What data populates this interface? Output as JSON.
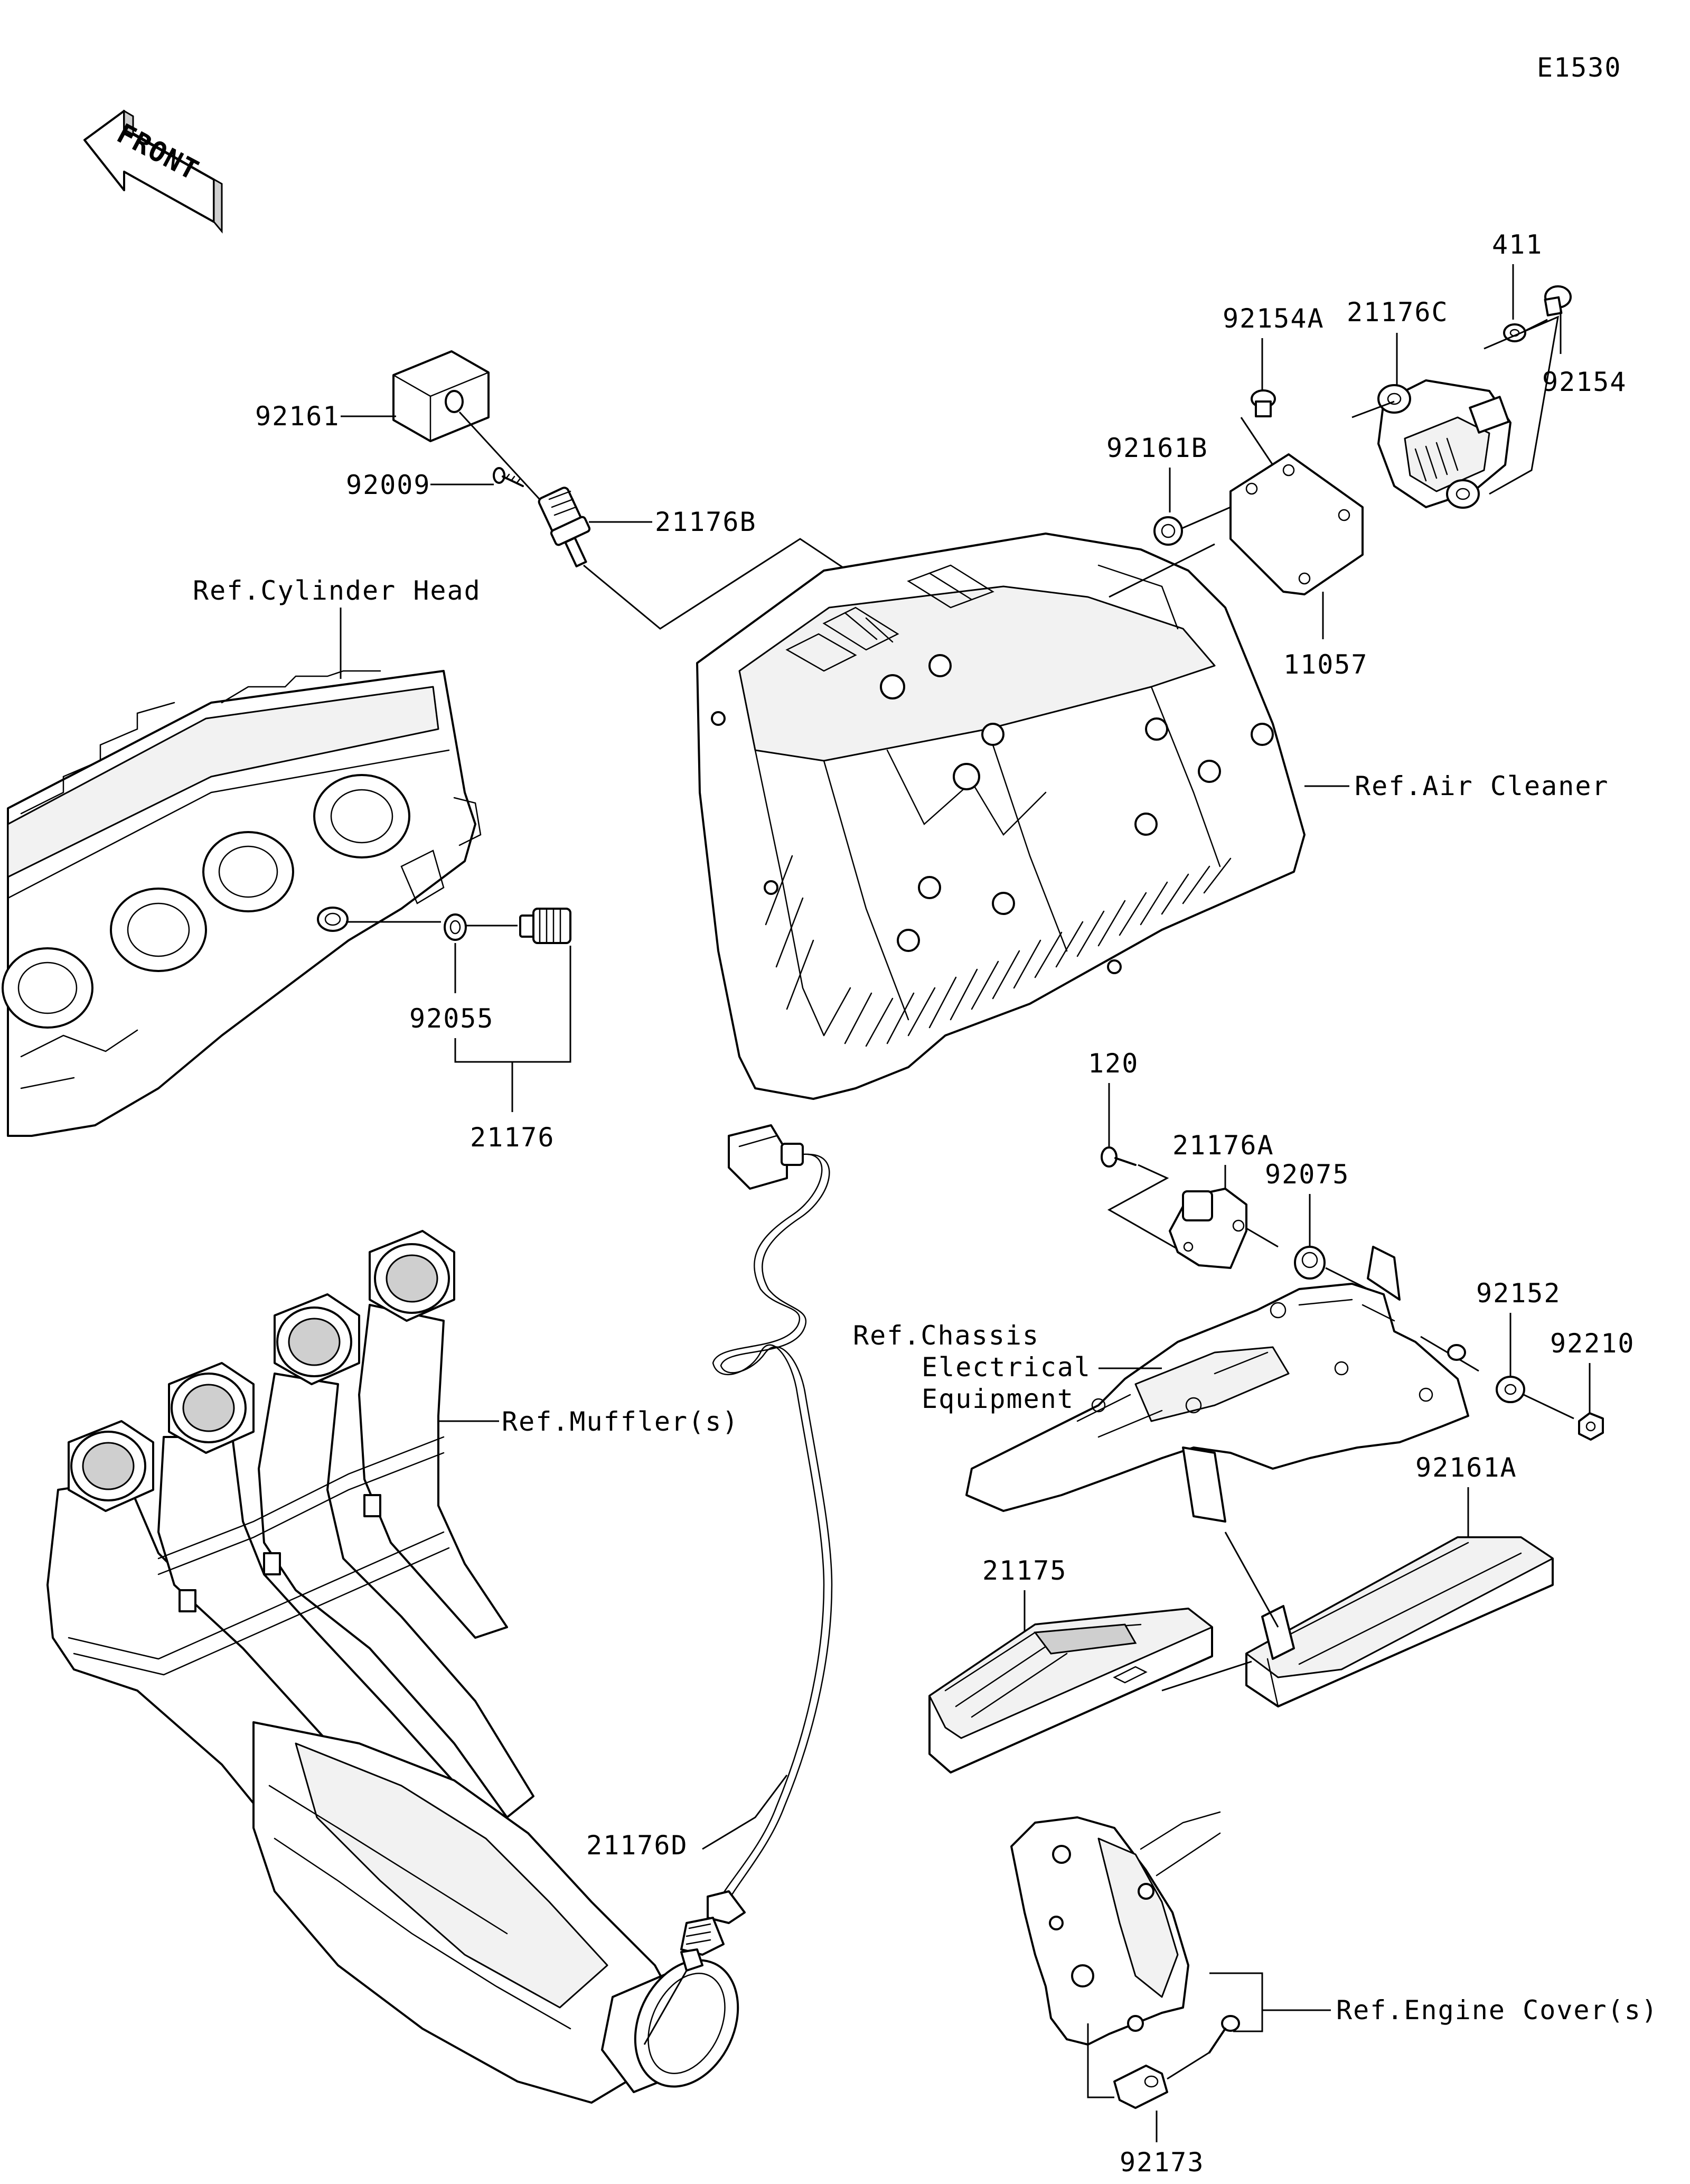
{
  "diagram_id": "E1530",
  "front_arrow_label": "FRONT",
  "parts": {
    "p92161": "92161",
    "p92009": "92009",
    "p21176B": "21176B",
    "p92154A": "92154A",
    "p21176C": "21176C",
    "p411": "411",
    "p92154": "92154",
    "p92161B": "92161B",
    "p11057": "11057",
    "p92055": "92055",
    "p21176": "21176",
    "p120": "120",
    "p21176A": "21176A",
    "p92075": "92075",
    "p92152": "92152",
    "p92210": "92210",
    "p92161A": "92161A",
    "p21175": "21175",
    "p21176D": "21176D",
    "p92173": "92173"
  },
  "references": {
    "cylinder_head": "Ref.Cylinder Head",
    "air_cleaner": "Ref.Air Cleaner",
    "chassis_line1": "Ref.Chassis",
    "chassis_line2": "Electrical",
    "chassis_line3": "Equipment",
    "mufflers": "Ref.Muffler(s)",
    "engine_cover": "Ref.Engine Cover(s)"
  }
}
